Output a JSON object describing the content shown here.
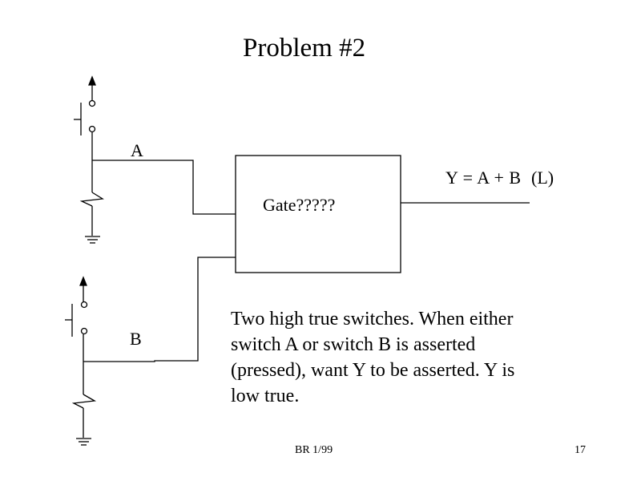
{
  "slide": {
    "title": "Problem  #2",
    "footer_left": "BR 1/99",
    "page_number": "17"
  },
  "diagram": {
    "gate": {
      "label": "Gate?????"
    },
    "inputs": [
      {
        "name": "A",
        "type": "high-true switch",
        "pull": "pull-down resistor to ground"
      },
      {
        "name": "B",
        "type": "high-true switch",
        "pull": "pull-down resistor to ground"
      }
    ],
    "output": {
      "label": "Y = A + B  (L)"
    },
    "icons": {
      "supply": "vcc-arrow-icon",
      "switch": "pushbutton-switch-icon",
      "resistor": "resistor-icon",
      "ground": "ground-icon"
    }
  },
  "description": "Two high true switches.  When either switch A or switch B is asserted (pressed), want Y to be asserted.  Y is low true."
}
